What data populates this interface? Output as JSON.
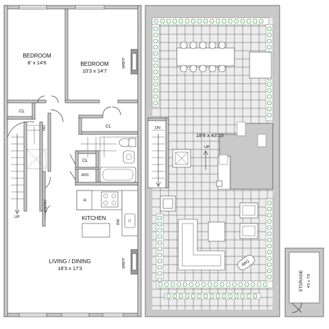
{
  "plan": {
    "rooms": {
      "bedroom_1": {
        "label": "BEDROOM",
        "dimensions": "8' x 14'6"
      },
      "bedroom_2": {
        "label": "BEDROOM",
        "dimensions": "10'3 x 14'7"
      },
      "closet_1": {
        "label": "CL"
      },
      "closet_2": {
        "label": "CL"
      },
      "closet_3": {
        "label": "CL"
      },
      "washer_dryer": {
        "label": "W/D"
      },
      "kitchen": {
        "label": "KITCHEN"
      },
      "living_dining": {
        "label": "LIVING / DINING",
        "dimensions": "18'3 x 17'3"
      },
      "roof_deck": {
        "dimensions": "18'8 x 43'10"
      },
      "storage": {
        "label": "STORAGE",
        "dimensions": "4'5 x 7'8"
      }
    },
    "fixtures": {
      "fireplace_1": "WBFP",
      "fireplace_2": "WBFP",
      "refrigerator": "R",
      "dishwasher": "DW",
      "bbq": "BBQ",
      "entry": "ENTRY"
    },
    "stairs": {
      "main_down": "DN",
      "main_up": "UP",
      "roof_down": "DN",
      "roof_up": "UP"
    }
  }
}
